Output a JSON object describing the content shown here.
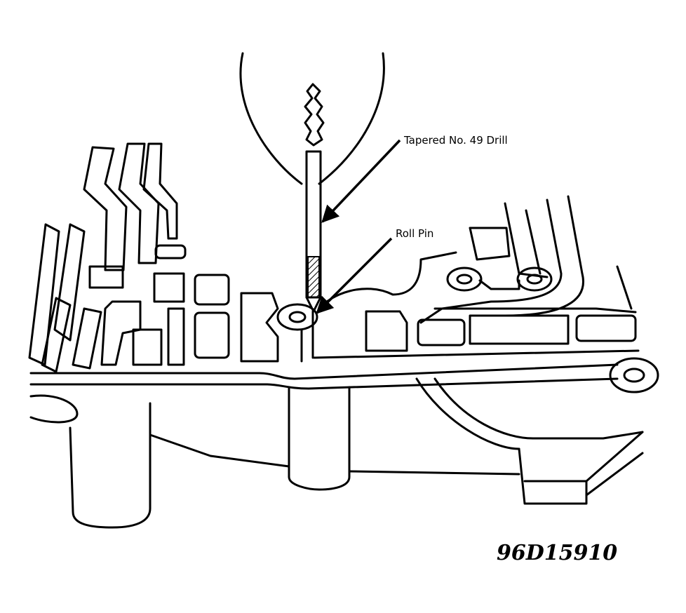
{
  "callouts": {
    "drill": "Tapered No. 49 Drill",
    "roll_pin": "Roll Pin"
  },
  "figure_id": "96D15910",
  "colors": {
    "line": "#000000",
    "background": "#ffffff"
  }
}
